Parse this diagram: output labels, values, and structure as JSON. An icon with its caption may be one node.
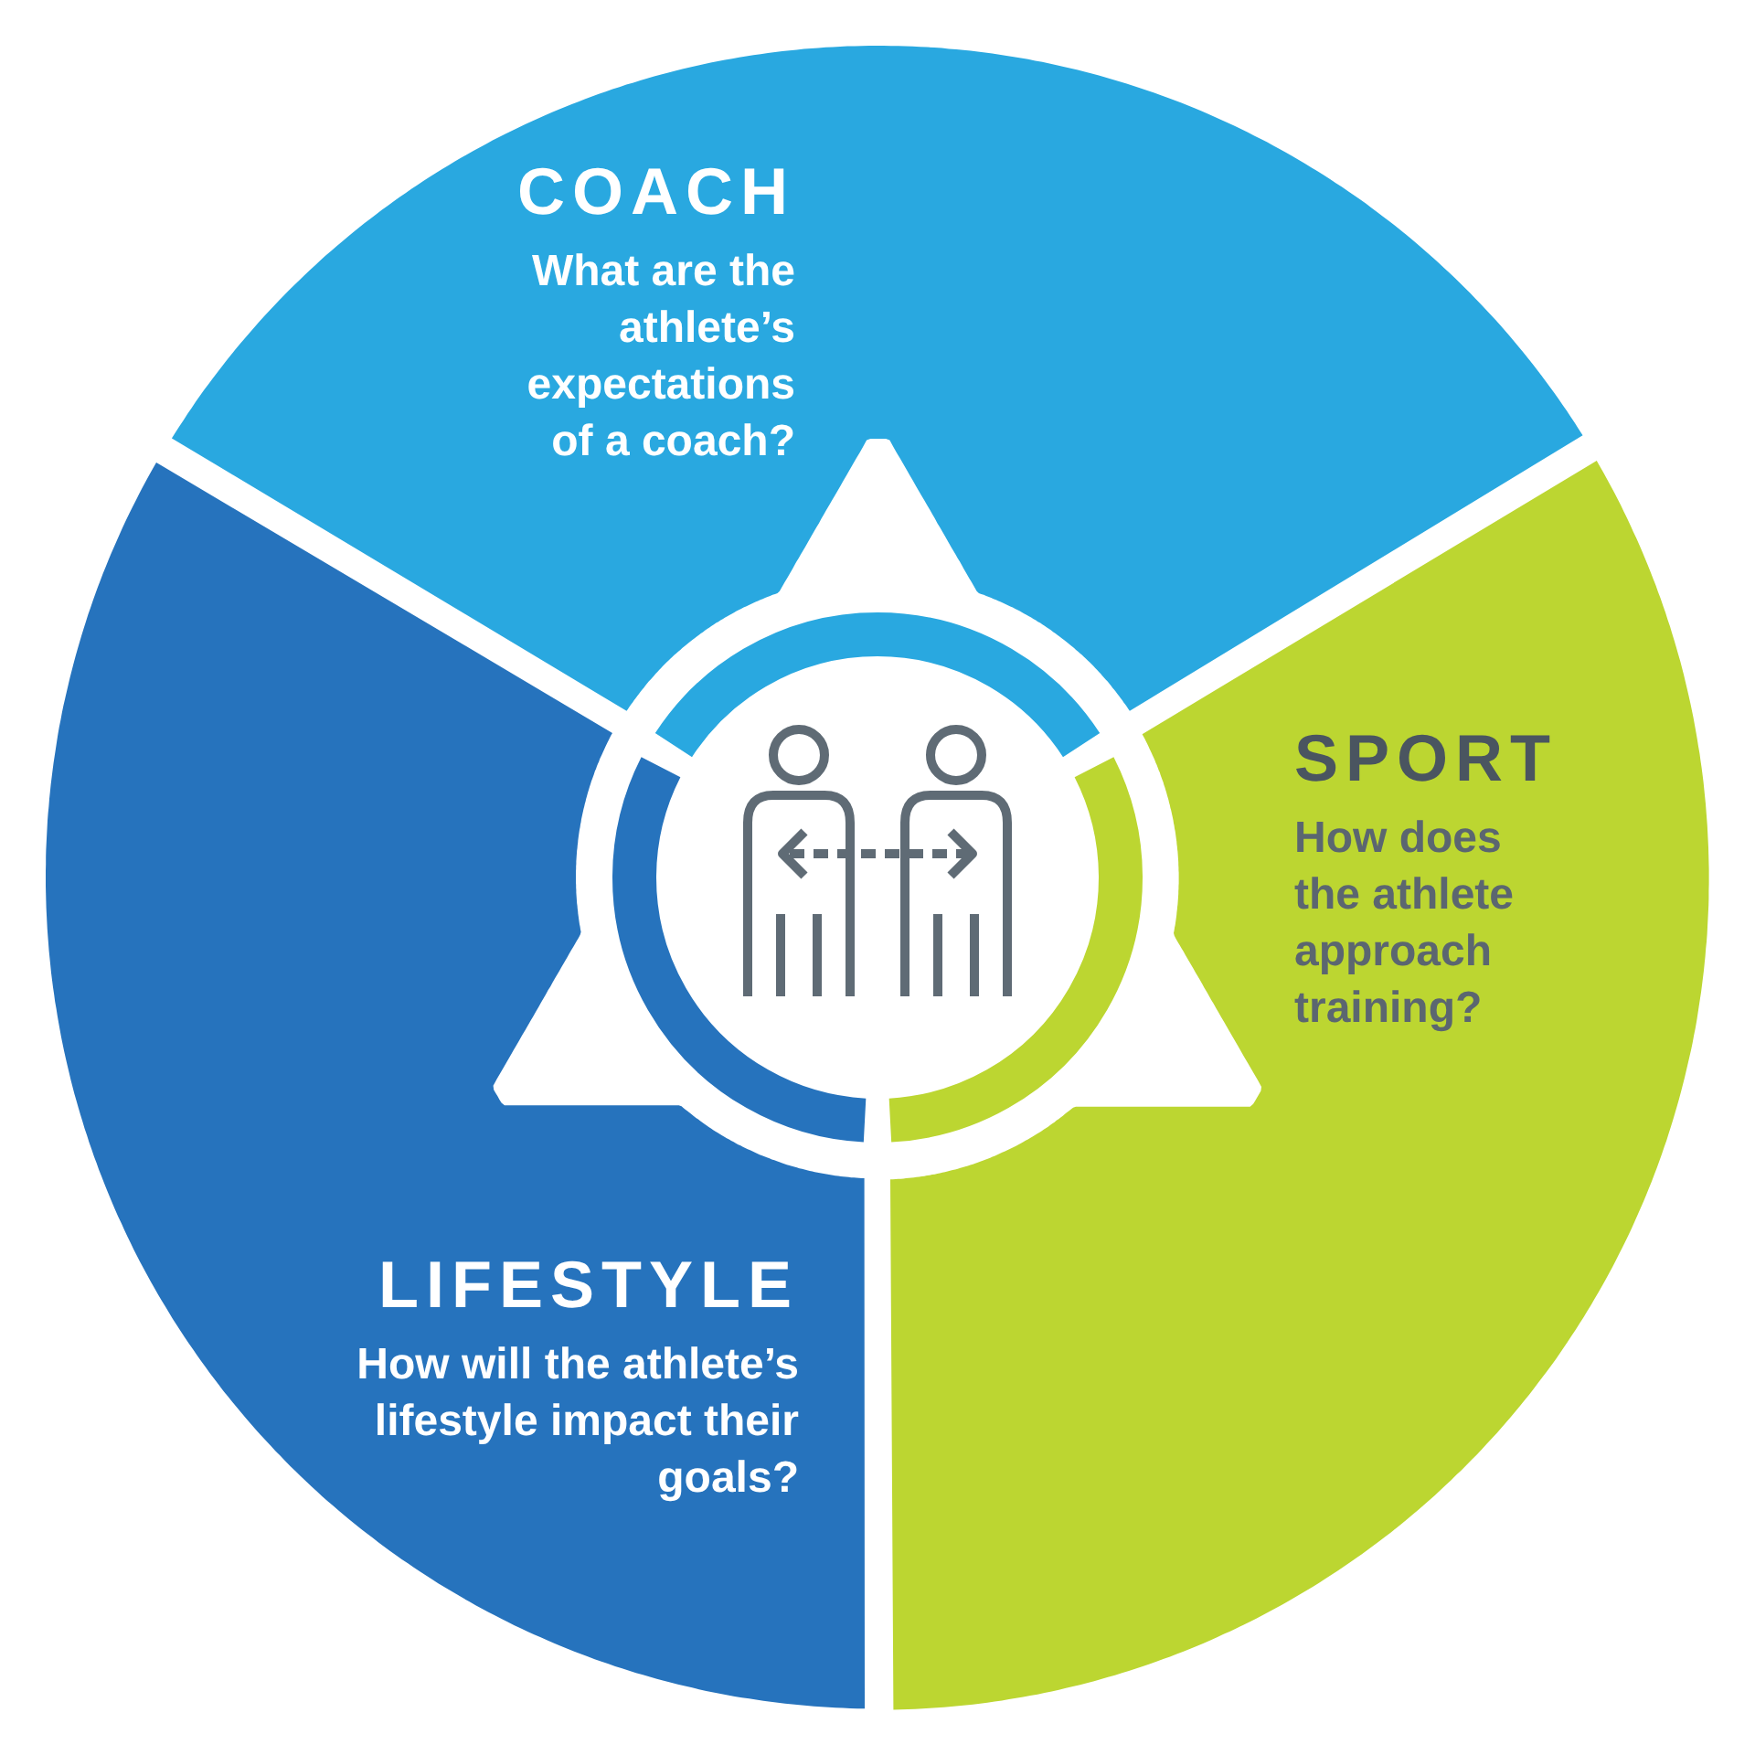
{
  "diagram": {
    "nodes": [
      {
        "text": [
          "COACH",
          "What are the athlete’s expectations of a coach?"
        ]
      },
      {
        "text": [
          "SPORT",
          "How does the athlete approach training?"
        ]
      },
      {
        "text": [
          "LIFESTYLE",
          "How will the athlete’s lifestyle impact their goals?"
        ]
      }
    ]
  }
}
